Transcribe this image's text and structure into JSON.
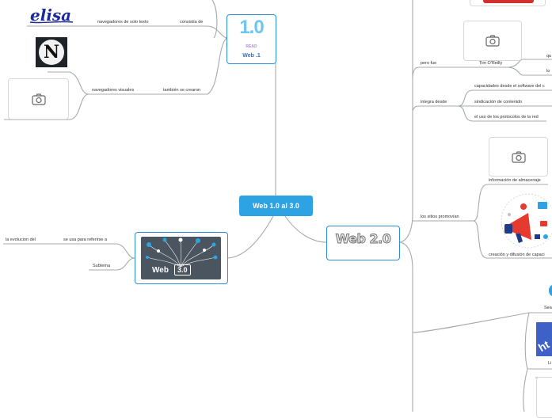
{
  "central": {
    "title": "Web 1.0 al 3.0"
  },
  "web1": {
    "title": "Web .1",
    "badge_big": "1.0",
    "badge_small": "READ",
    "branches": {
      "consist": {
        "label": "consistía de",
        "child": "navegadores de solo texto",
        "logo": "elisa"
      },
      "created": {
        "label": "también se crearon",
        "child": "navegadores visuales",
        "logo": "N"
      }
    }
  },
  "web2": {
    "logo_text": "Web 2.0",
    "branches": [
      {
        "label": "pero fue",
        "child": "Tim O'Reilly",
        "sub": [
          "qu",
          "lo"
        ]
      },
      {
        "label": "integra desde",
        "children": [
          "capacidades desde el software del c",
          "sindicación de contenido",
          "el uso de los protocolos de la red"
        ]
      },
      {
        "label": "los sitios promovían",
        "children": [
          "información de almacenaje",
          "creación y difusión de capaci"
        ]
      }
    ],
    "extra_labels": [
      "Sea",
      "Li"
    ]
  },
  "web3": {
    "logo_word": "Web",
    "logo_badge": "3.0",
    "branches": [
      {
        "label": "se usa para referirse a",
        "child": "la evolucion del"
      },
      {
        "label": "Subtema"
      }
    ]
  },
  "colors": {
    "accent": "#2ea3e4",
    "line": "#9ea3a8",
    "border": "#2d8fd9"
  }
}
